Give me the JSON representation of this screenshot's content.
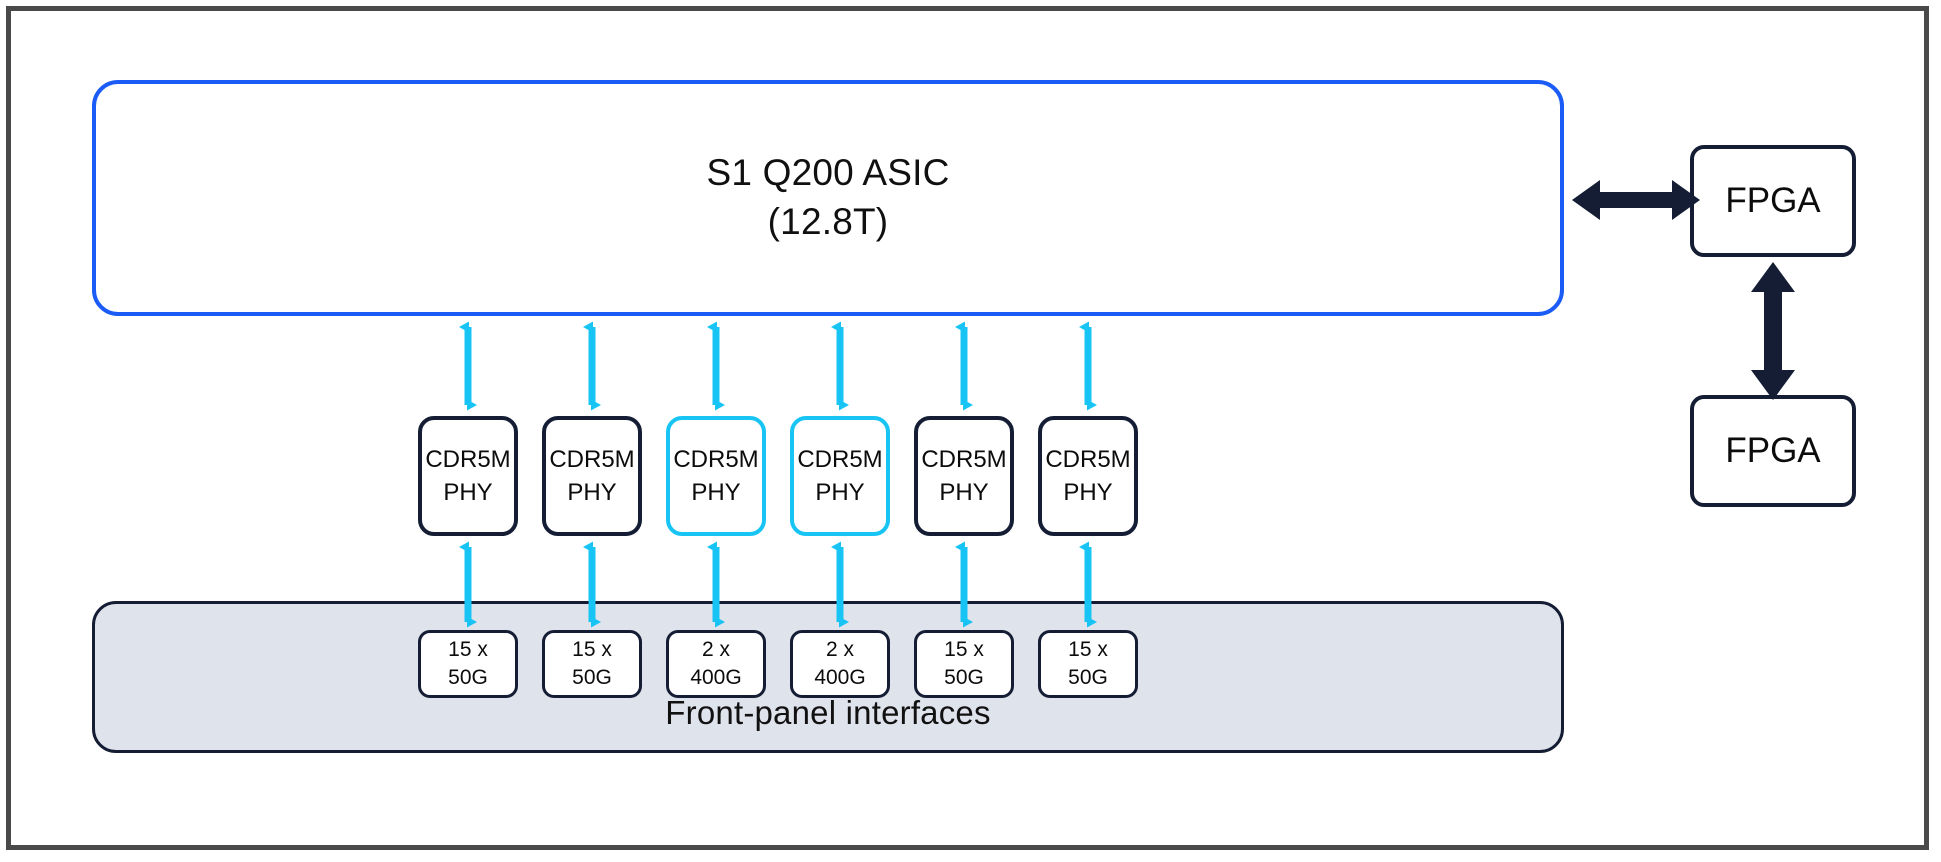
{
  "diagram": {
    "title_block": {
      "line1": "S1 Q200 ASIC",
      "line2": "(12.8T)"
    },
    "phy_blocks": [
      {
        "line1": "CDR5M",
        "line2": "PHY",
        "accent": false
      },
      {
        "line1": "CDR5M",
        "line2": "PHY",
        "accent": false
      },
      {
        "line1": "CDR5M",
        "line2": "PHY",
        "accent": true
      },
      {
        "line1": "CDR5M",
        "line2": "PHY",
        "accent": true
      },
      {
        "line1": "CDR5M",
        "line2": "PHY",
        "accent": false
      },
      {
        "line1": "CDR5M",
        "line2": "PHY",
        "accent": false
      }
    ],
    "interface_blocks": [
      {
        "line1": "15 x",
        "line2": "50G"
      },
      {
        "line1": "15 x",
        "line2": "50G"
      },
      {
        "line1": "2 x",
        "line2": "400G"
      },
      {
        "line1": "2 x",
        "line2": "400G"
      },
      {
        "line1": "15 x",
        "line2": "50G"
      },
      {
        "line1": "15 x",
        "line2": "50G"
      }
    ],
    "front_panel_caption": "Front-panel interfaces",
    "fpga_top_label": "FPGA",
    "fpga_bottom_label": "FPGA",
    "colors": {
      "asic_border": "#1a5cf5",
      "navy_border": "#141d33",
      "accent_cyan": "#18c4f4",
      "panel_fill": "#dfe3ec",
      "frame_border": "#4a4a4a",
      "canvas_bg": "#ffffff"
    }
  }
}
